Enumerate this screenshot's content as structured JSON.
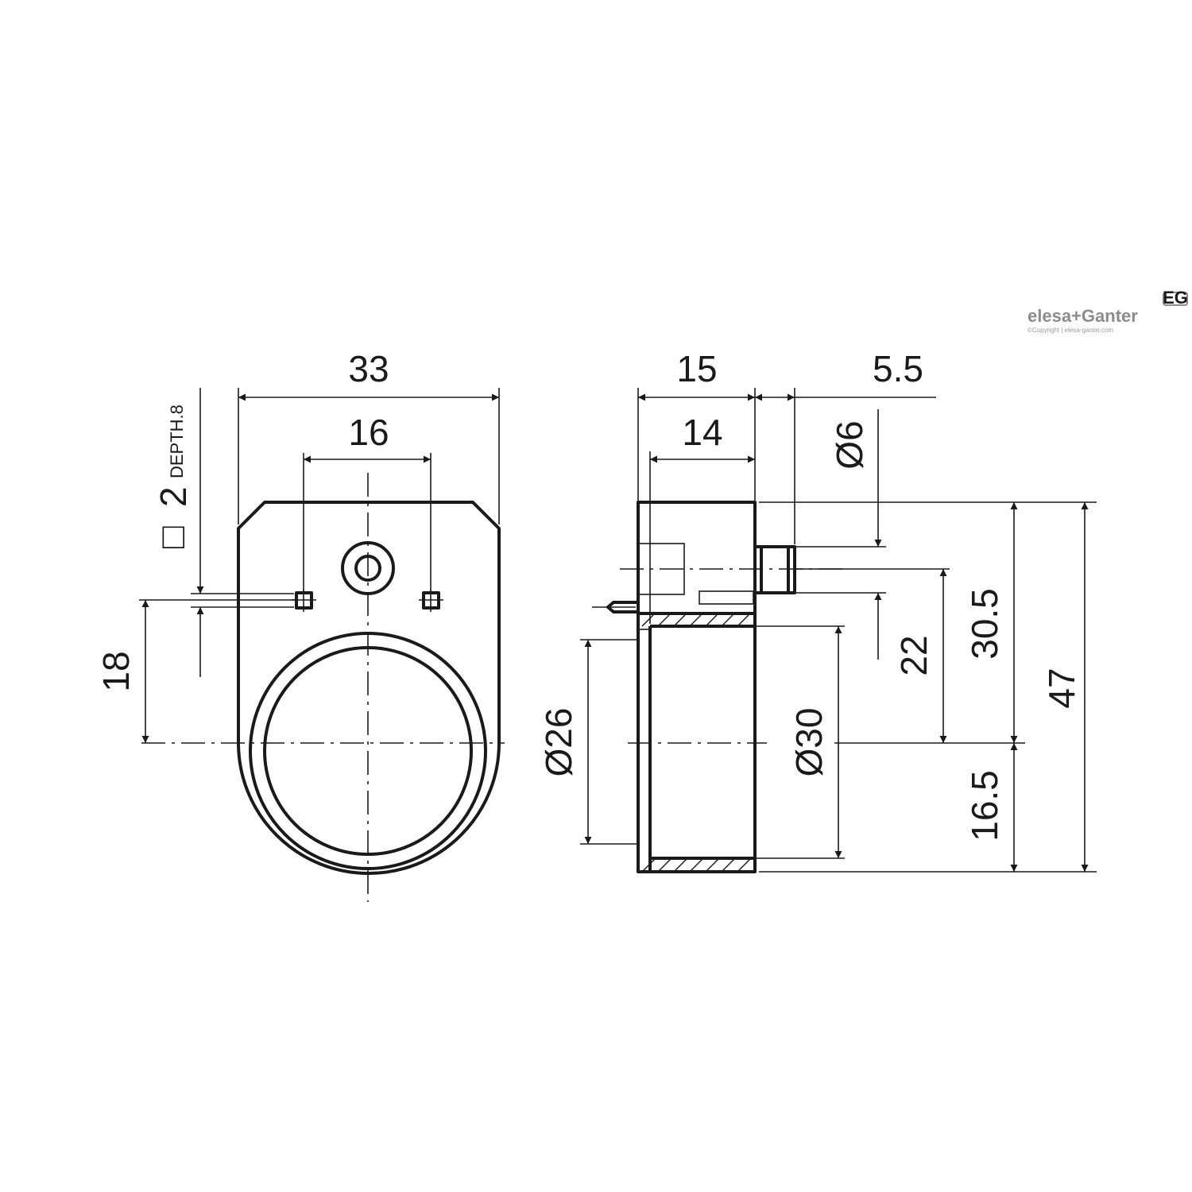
{
  "brand": {
    "name": "elesa+Ganter",
    "badge": "EG",
    "copyright": "©Copyright | elesa-ganter.com"
  },
  "front_view": {
    "width_label": "33",
    "hole_spacing_label": "16",
    "offset_label": "18",
    "square_symbol": "□",
    "square_size": "2",
    "square_depth_note": "DEPTH.8"
  },
  "side_view": {
    "depth_label": "15",
    "inner_depth_label": "14",
    "pin_length_label": "5.5",
    "pin_diameter_label": "Ø6",
    "inner_diameter_label": "Ø26",
    "outer_diameter_label": "Ø30",
    "pin_height_label": "22",
    "upper_height_label": "30.5",
    "lower_height_label": "16.5",
    "total_height_label": "47"
  }
}
